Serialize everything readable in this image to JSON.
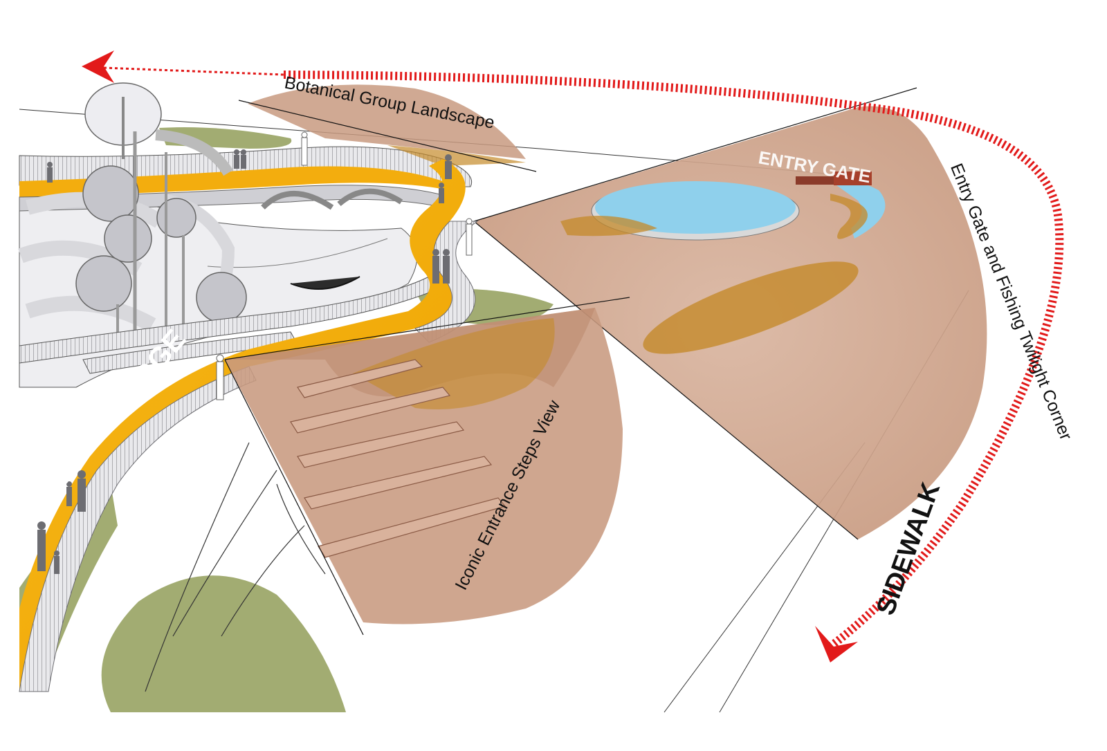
{
  "labels": {
    "botanical": "Botanical Group Landscape",
    "entry_gate_view": "Entry Gate and Fishing Twilight Corner",
    "iconic_steps": "Iconic Entrance Steps View",
    "entry_gate": "ENTRY GATE",
    "joyful_bridge": "JOYFUL BRIDGE",
    "sidewalk": "SIDEWALK"
  },
  "colors": {
    "bridge_yellow": "#f3ad0e",
    "view_cone": "#c89a80",
    "view_cone_dark": "#b9856a",
    "lawn_green": "#a2ac72",
    "pond_blue": "#8fd0ec",
    "path_red": "#e21a1a",
    "shadow_ochre": "#c48a2a",
    "structure_gray": "#d8d8dc"
  },
  "icons": {
    "path_arrow_start": "chevron-left-icon",
    "path_arrow_end": "chevron-down-icon"
  }
}
